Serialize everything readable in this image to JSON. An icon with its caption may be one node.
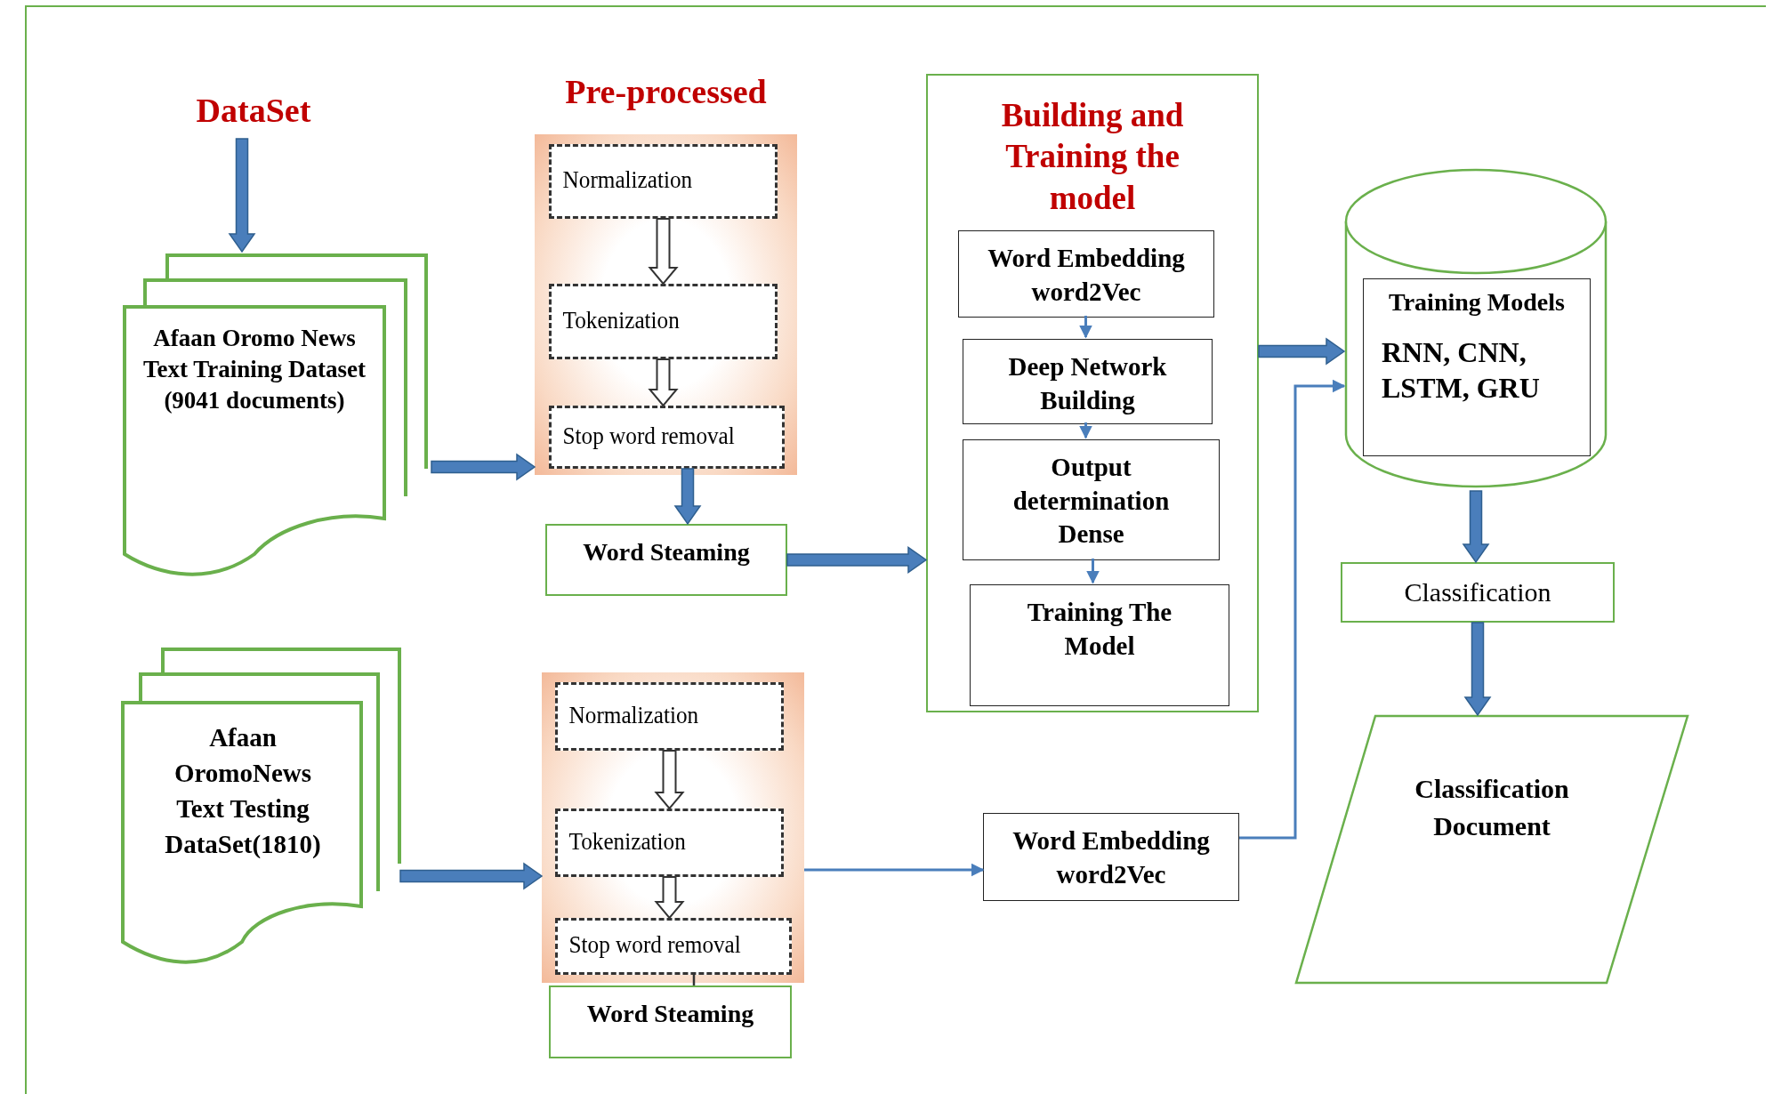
{
  "diagram": {
    "nodes": [
      {
        "text": [
          "DataSet"
        ]
      },
      {
        "text": [
          "Afaan Oromo News Text Training Dataset (9041 documents)"
        ]
      },
      {
        "text": [
          "Pre-processed"
        ]
      },
      {
        "text": [
          "Normalization"
        ],
        "in": 2
      },
      {
        "text": [
          "Tokenization"
        ],
        "in": 2
      },
      {
        "text": [
          "Stop word removal"
        ],
        "in": 2
      },
      {
        "text": [
          "Word Steaming"
        ]
      },
      {
        "text": [
          "Building and Training the model"
        ]
      },
      {
        "text": [
          "Word Embedding word2Vec"
        ],
        "in": 7
      },
      {
        "text": [
          "Deep Network Building"
        ],
        "in": 7
      },
      {
        "text": [
          "Output determination Dense"
        ],
        "in": 7
      },
      {
        "text": [
          "Training The Model"
        ],
        "in": 7
      },
      {
        "text": [],
        "shape": "cylinder"
      },
      {
        "text": [
          "Training Models",
          "RNN, CNN, LSTM, GRU"
        ],
        "in": 12
      },
      {
        "text": [
          "Classification"
        ]
      },
      {
        "text": [
          "Classification Document"
        ]
      },
      {
        "text": [
          "Afaan OromoNews Text Testing DataSet(1810)"
        ]
      },
      {
        "text": [],
        "shape": "box"
      },
      {
        "text": [
          "Normalization"
        ],
        "in": 17
      },
      {
        "text": [
          "Tokenization"
        ],
        "in": 17
      },
      {
        "text": [
          "Stop word removal"
        ],
        "in": 17
      },
      {
        "text": [
          "Word Steaming"
        ]
      },
      {
        "text": [
          "Word Embedding word2Vec"
        ]
      }
    ],
    "edges": [
      {
        "from": 0,
        "to": 1,
        "arrow": "to",
        "style": "thick"
      },
      {
        "from": 1,
        "to": 2,
        "arrow": "to",
        "style": "thick"
      },
      {
        "from": 3,
        "to": 4,
        "arrow": "to",
        "style": "thick",
        "color": "#ffffff"
      },
      {
        "from": 4,
        "to": 5,
        "arrow": "to",
        "style": "thick",
        "color": "#ffffff"
      },
      {
        "from": 5,
        "to": 6,
        "arrow": "to",
        "style": "thick"
      },
      {
        "from": 6,
        "to": 7,
        "arrow": "to",
        "style": "thick"
      },
      {
        "from": 8,
        "to": 9,
        "arrow": "to"
      },
      {
        "from": 9,
        "to": 10,
        "arrow": "to"
      },
      {
        "from": 10,
        "to": 11,
        "arrow": "to"
      },
      {
        "from": 7,
        "to": 12,
        "arrow": "to",
        "style": "thick"
      },
      {
        "from": 12,
        "to": 14,
        "arrow": "to",
        "style": "thick"
      },
      {
        "from": 14,
        "to": 15,
        "arrow": "to",
        "style": "thick"
      },
      {
        "from": 16,
        "to": 17,
        "arrow": "to",
        "style": "thick"
      },
      {
        "from": 18,
        "to": 19,
        "arrow": "to",
        "style": "thick",
        "color": "#ffffff"
      },
      {
        "from": 19,
        "to": 20,
        "arrow": "to",
        "style": "thick",
        "color": "#ffffff"
      },
      {
        "from": 20,
        "to": 21,
        "arrow": "none",
        "color": "#333333"
      },
      {
        "from": 17,
        "to": 22,
        "arrow": "to"
      },
      {
        "from": 22,
        "to": 12,
        "arrow": "to"
      }
    ]
  }
}
